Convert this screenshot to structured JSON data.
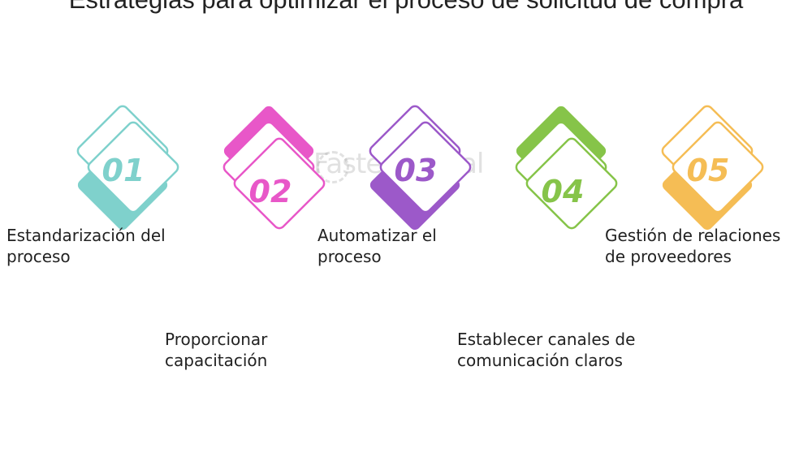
{
  "title": "Estrategias para optimizar el proceso de solicitud de compra",
  "watermark": "FasterCapital",
  "steps": [
    {
      "number": "01",
      "label_line1": "Estandarización del",
      "label_line2": "proceso",
      "color": "#7fd1cc",
      "position": "top"
    },
    {
      "number": "02",
      "label_line1": "Proporcionar",
      "label_line2": "capacitación",
      "color": "#e857c8",
      "position": "bottom"
    },
    {
      "number": "03",
      "label_line1": "Automatizar el",
      "label_line2": "proceso",
      "color": "#9c59c9",
      "position": "top"
    },
    {
      "number": "04",
      "label_line1": "Establecer canales de",
      "label_line2": "comunicación claros",
      "color": "#86c449",
      "position": "bottom"
    },
    {
      "number": "05",
      "label_line1": "Gestión de relaciones",
      "label_line2": "de proveedores",
      "color": "#f5bd55",
      "position": "top"
    }
  ]
}
